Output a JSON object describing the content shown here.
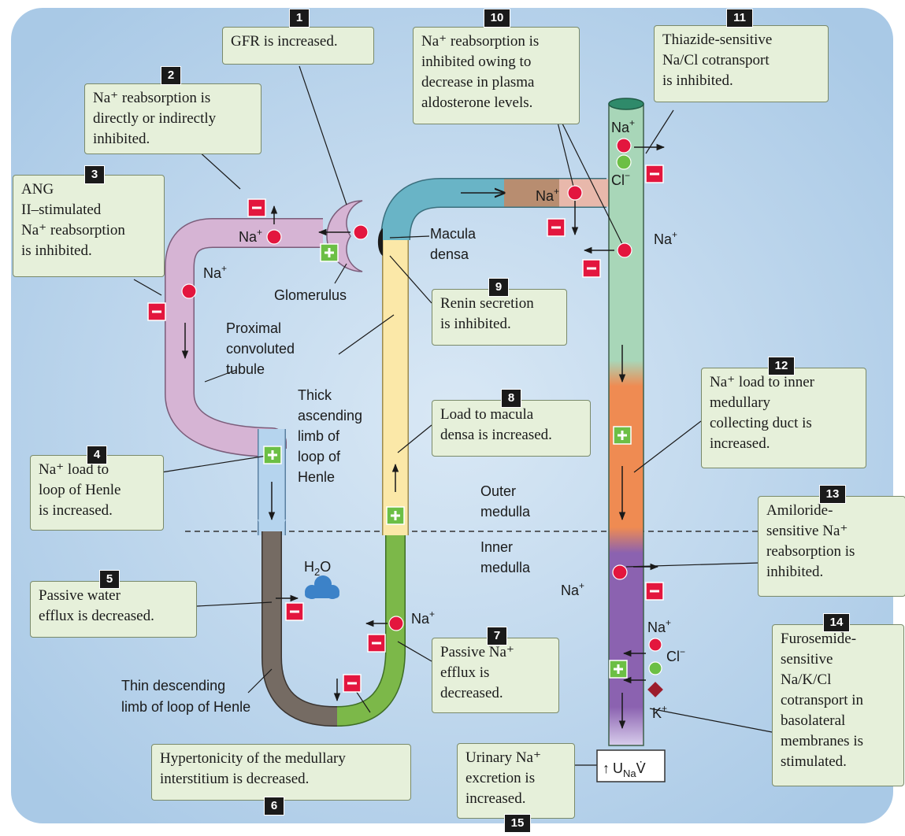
{
  "callouts": [
    {
      "n": "1",
      "lines": [
        "GFR is increased."
      ]
    },
    {
      "n": "2",
      "lines": [
        "Na⁺ reabsorption is",
        "directly or indirectly",
        "inhibited."
      ]
    },
    {
      "n": "3",
      "lines": [
        "ANG",
        "II–stimulated",
        "Na⁺ reabsorption",
        "is inhibited."
      ]
    },
    {
      "n": "4",
      "lines": [
        "Na⁺ load to",
        "loop of Henle",
        "is increased."
      ]
    },
    {
      "n": "5",
      "lines": [
        "Passive water",
        "efflux is decreased."
      ]
    },
    {
      "n": "6",
      "lines": [
        "Hypertonicity of the medullary",
        "interstitium is decreased."
      ]
    },
    {
      "n": "7",
      "lines": [
        "Passive Na⁺",
        "efflux is",
        "decreased."
      ]
    },
    {
      "n": "8",
      "lines": [
        "Load to macula",
        "densa is increased."
      ]
    },
    {
      "n": "9",
      "lines": [
        "Renin secretion",
        "is inhibited."
      ]
    },
    {
      "n": "10",
      "lines": [
        "Na⁺ reabsorption is",
        "inhibited owing to",
        "decrease in plasma",
        "aldosterone levels."
      ]
    },
    {
      "n": "11",
      "lines": [
        "Thiazide-sensitive",
        "Na/Cl cotransport",
        "is inhibited."
      ]
    },
    {
      "n": "12",
      "lines": [
        "Na⁺ load to inner",
        "medullary",
        "collecting duct is",
        "increased."
      ]
    },
    {
      "n": "13",
      "lines": [
        "Amiloride-",
        "sensitive Na⁺",
        "reabsorption is",
        "inhibited."
      ]
    },
    {
      "n": "14",
      "lines": [
        "Furosemide-",
        "sensitive",
        "Na/K/Cl",
        "cotransport in",
        "basolateral",
        "membranes is",
        "stimulated."
      ]
    },
    {
      "n": "15",
      "lines": [
        "Urinary Na⁺",
        "excretion is",
        "increased."
      ]
    }
  ],
  "labels": {
    "glomerulus": "Glomerulus",
    "pct_1": "Proximal",
    "pct_2": "convoluted",
    "pct_3": "tubule",
    "tal_1": "Thick",
    "tal_2": "ascending",
    "tal_3": "limb of",
    "tal_4": "loop of",
    "tal_5": "Henle",
    "macula_1": "Macula",
    "macula_2": "densa",
    "outer_1": "Outer",
    "outer_2": "medulla",
    "inner_1": "Inner",
    "inner_2": "medulla",
    "tdl_1": "Thin descending",
    "tdl_2": "limb of loop of Henle",
    "h2o": "H",
    "h2o_sub": "2",
    "h2o_end": "O",
    "na": "Na",
    "plus": "+",
    "minus": "−",
    "cl": "Cl",
    "k": "K",
    "excretion_u": "U",
    "excretion_sub": "Na",
    "excretion_v": "V̇",
    "excretion_arrow": "↑"
  },
  "colors": {
    "background": "#c5dcef",
    "proximal_tubule": "#d6b4d4",
    "thin_descending": "#756b63",
    "thin_ascending": "#7cb849",
    "thick_ascending": "#fbe8a8",
    "distal_tubule": "#69b4c6",
    "collecting_cortex": "#a8d6b8",
    "collecting_outer": "#ef8b52",
    "collecting_inner": "#8b62b0",
    "na_ion": "#e3163e",
    "cl_ion": "#6cbf45",
    "k_ion": "#9c1c2c",
    "badge_minus": "#e3163e",
    "badge_plus": "#6cbf45",
    "callout_fill": "#e6f0da"
  }
}
